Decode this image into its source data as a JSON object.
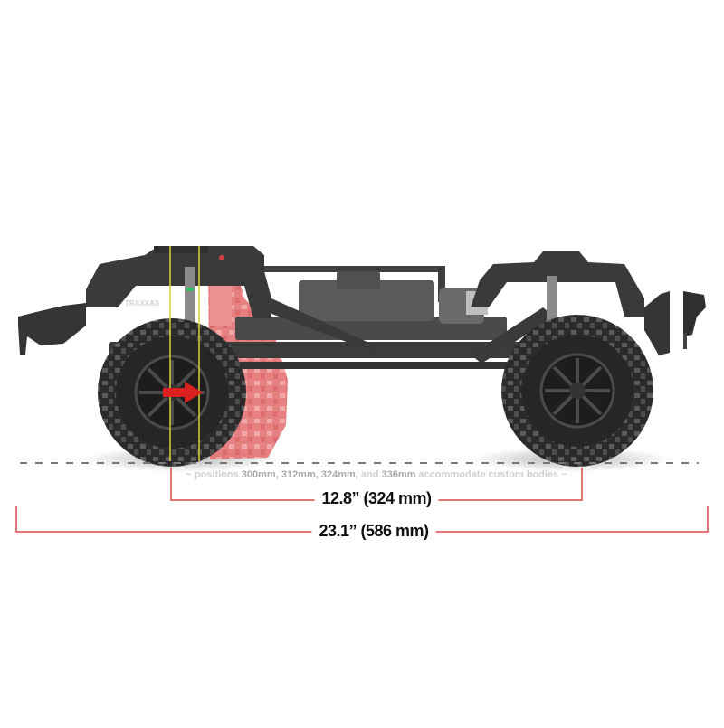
{
  "image": {
    "subject": "rc-crawler-chassis-side-view",
    "brand_badge": "TRAXXAS",
    "colors": {
      "background": "#ffffff",
      "chassis": "#3a3a3a",
      "tire": "#2a2a2a",
      "ghost_wheel": "#e0585a",
      "dimension_line": "#d9494b",
      "guide_line": "#d8d23a",
      "dashed_ground": "#777777",
      "arrow": "#d9221f"
    }
  },
  "annotations": {
    "caption_prefix": "~ positions ",
    "caption_values": [
      "300mm,",
      "312mm,",
      "324mm,"
    ],
    "caption_and": "and",
    "caption_last": "336mm",
    "caption_suffix": " accommodate custom bodies ~",
    "wheelbase_label": "12.8” (324 mm)",
    "overall_length_label": "23.1” (586 mm)"
  }
}
